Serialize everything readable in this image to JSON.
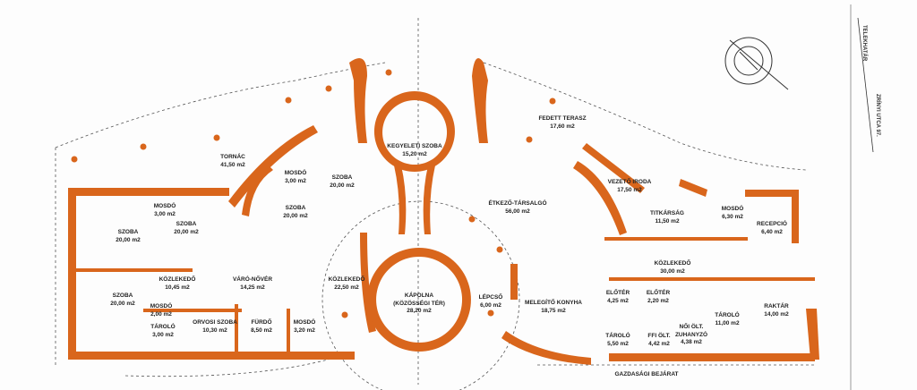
{
  "plan": {
    "wall_color": "#d9661c",
    "rooms": [
      {
        "name": "TORNÁC",
        "area": "41,50 m2"
      },
      {
        "name": "MOSDÓ",
        "area": "3,00 m2"
      },
      {
        "name": "SZOBA",
        "area": "20,00 m2"
      },
      {
        "name": "SZOBA",
        "area": "20,00 m2"
      },
      {
        "name": "MOSDÓ",
        "area": "3,00 m2"
      },
      {
        "name": "SZOBA",
        "area": "20,00 m2"
      },
      {
        "name": "SZOBA",
        "area": "20,00 m2"
      },
      {
        "name": "KÖZLEKEDŐ",
        "area": "10,45 m2"
      },
      {
        "name": "VÁRÓ-NŐVÉR",
        "area": "14,25 m2"
      },
      {
        "name": "KÖZLEKEDŐ",
        "area": "22,50 m2"
      },
      {
        "name": "SZOBA",
        "area": "20,00 m2"
      },
      {
        "name": "MOSDÓ",
        "area": "2,00 m2"
      },
      {
        "name": "TÁROLÓ",
        "area": "3,00 m2"
      },
      {
        "name": "ORVOSI SZOBA",
        "area": "10,30 m2"
      },
      {
        "name": "FÜRDŐ",
        "area": "8,50 m2"
      },
      {
        "name": "MOSDÓ",
        "area": "3,20 m2"
      },
      {
        "name": "KEGYELETI SZOBA",
        "area": "15,20 m2"
      },
      {
        "name": "FEDETT TERASZ",
        "area": "17,60 m2"
      },
      {
        "name": "ÉTKEZŐ-TÁRSALGÓ",
        "area": "56,00 m2"
      },
      {
        "name": "VEZETŐ IRODA",
        "area": "17,50 m2"
      },
      {
        "name": "TITKÁRSÁG",
        "area": "11,50 m2"
      },
      {
        "name": "MOSDÓ",
        "area": "6,30 m2"
      },
      {
        "name": "RECEPCIÓ",
        "area": "6,40 m2"
      },
      {
        "name": "KÁPOLNA",
        "sub": "(KÖZÖSSÉGI TÉR)",
        "area": "28,20 m2"
      },
      {
        "name": "LÉPCSŐ",
        "area": "6,00 m2"
      },
      {
        "name": "MELEGÍTŐ KONYHA",
        "area": "18,75 m2"
      },
      {
        "name": "KÖZLEKEDŐ",
        "area": "30,00 m2"
      },
      {
        "name": "ELŐTÉR",
        "area": "4,25 m2"
      },
      {
        "name": "ELŐTÉR",
        "area": "2,20 m2"
      },
      {
        "name": "TÁROLÓ",
        "area": "5,50 m2"
      },
      {
        "name": "FFI ÖLT.",
        "area": "4,42 m2"
      },
      {
        "name": "NŐI ÖLT.",
        "sub": "ZUHANYZÓ",
        "area": "4,38 m2"
      },
      {
        "name": "TÁROLÓ",
        "area": "11,00 m2"
      },
      {
        "name": "RAKTÁR",
        "area": "14,00 m2"
      }
    ],
    "entrance": "GAZDASÁGI BEJÁRAT",
    "boundary": "TELEKHATÁR",
    "street": "ZRÍNYI UTCA 97."
  }
}
